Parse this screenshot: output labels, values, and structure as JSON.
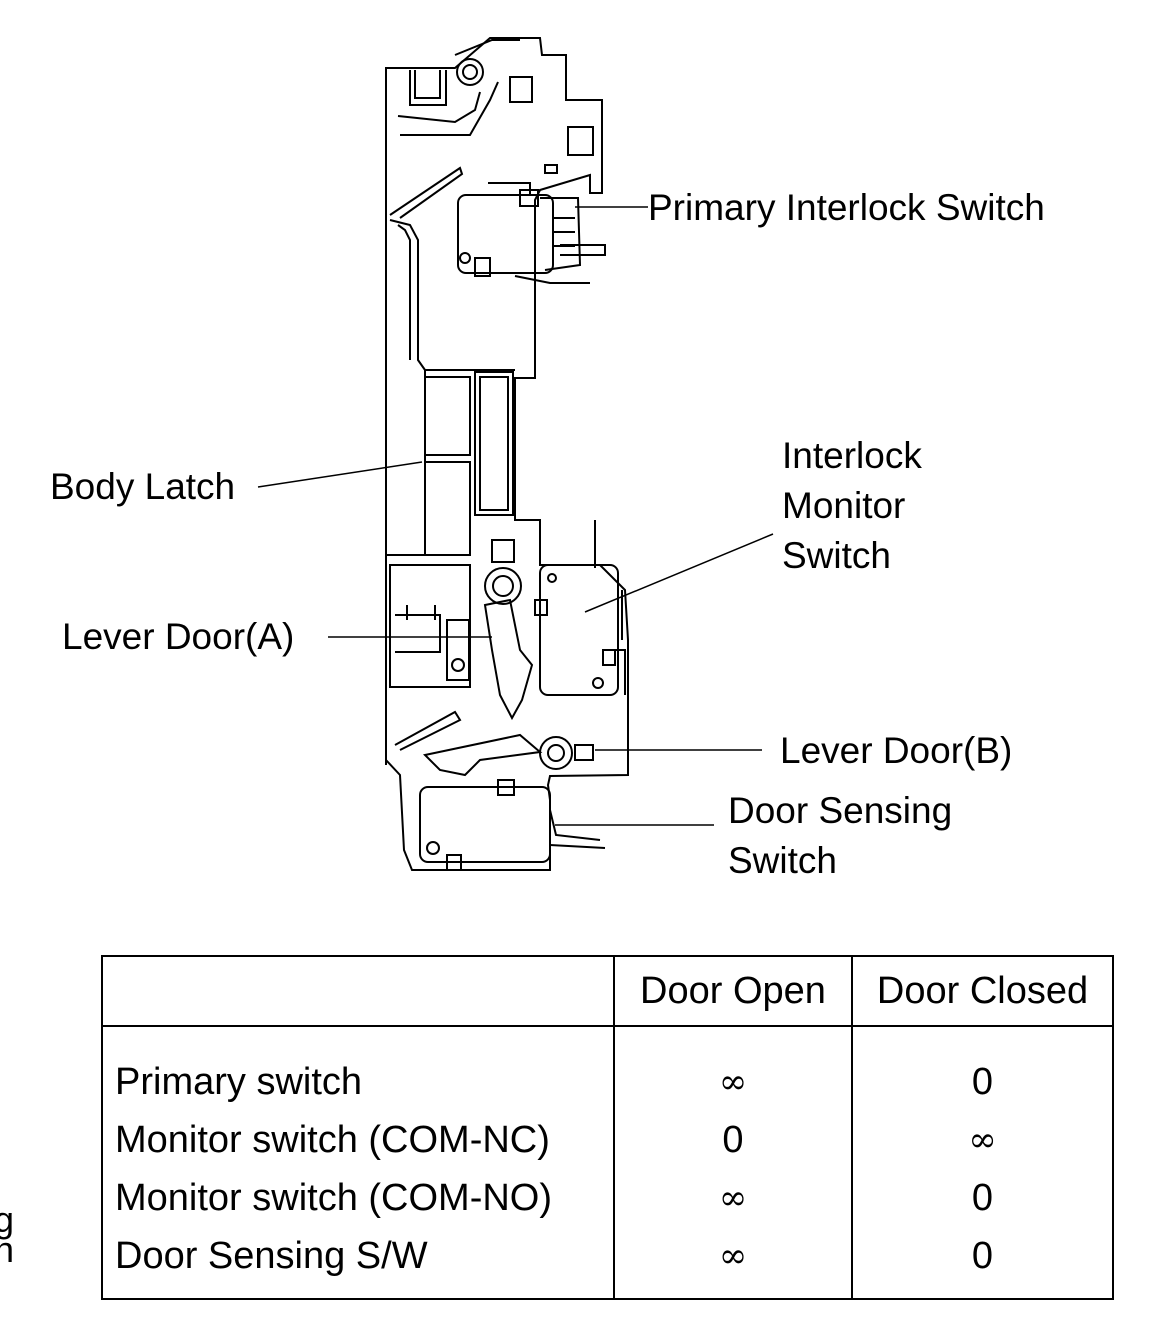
{
  "labels": {
    "primary_interlock_switch": "Primary Interlock Switch",
    "body_latch": "Body Latch",
    "interlock_monitor_switch": [
      "Interlock",
      "Monitor",
      "Switch"
    ],
    "lever_door_a": "Lever Door(A)",
    "lever_door_b": "Lever Door(B)",
    "door_sensing_switch": [
      "Door Sensing",
      "Switch"
    ]
  },
  "edge_fragments": [
    "g",
    "n"
  ],
  "table": {
    "headers": [
      "",
      "Door Open",
      "Door Closed"
    ],
    "rows": [
      {
        "name": "Primary switch",
        "door_open": "∞",
        "door_closed": "0"
      },
      {
        "name": "Monitor switch (COM-NC)",
        "door_open": "0",
        "door_closed": "∞"
      },
      {
        "name": "Monitor switch (COM-NO)",
        "door_open": "∞",
        "door_closed": "0"
      },
      {
        "name": "Door Sensing S/W",
        "door_open": "∞",
        "door_closed": "0"
      }
    ]
  }
}
